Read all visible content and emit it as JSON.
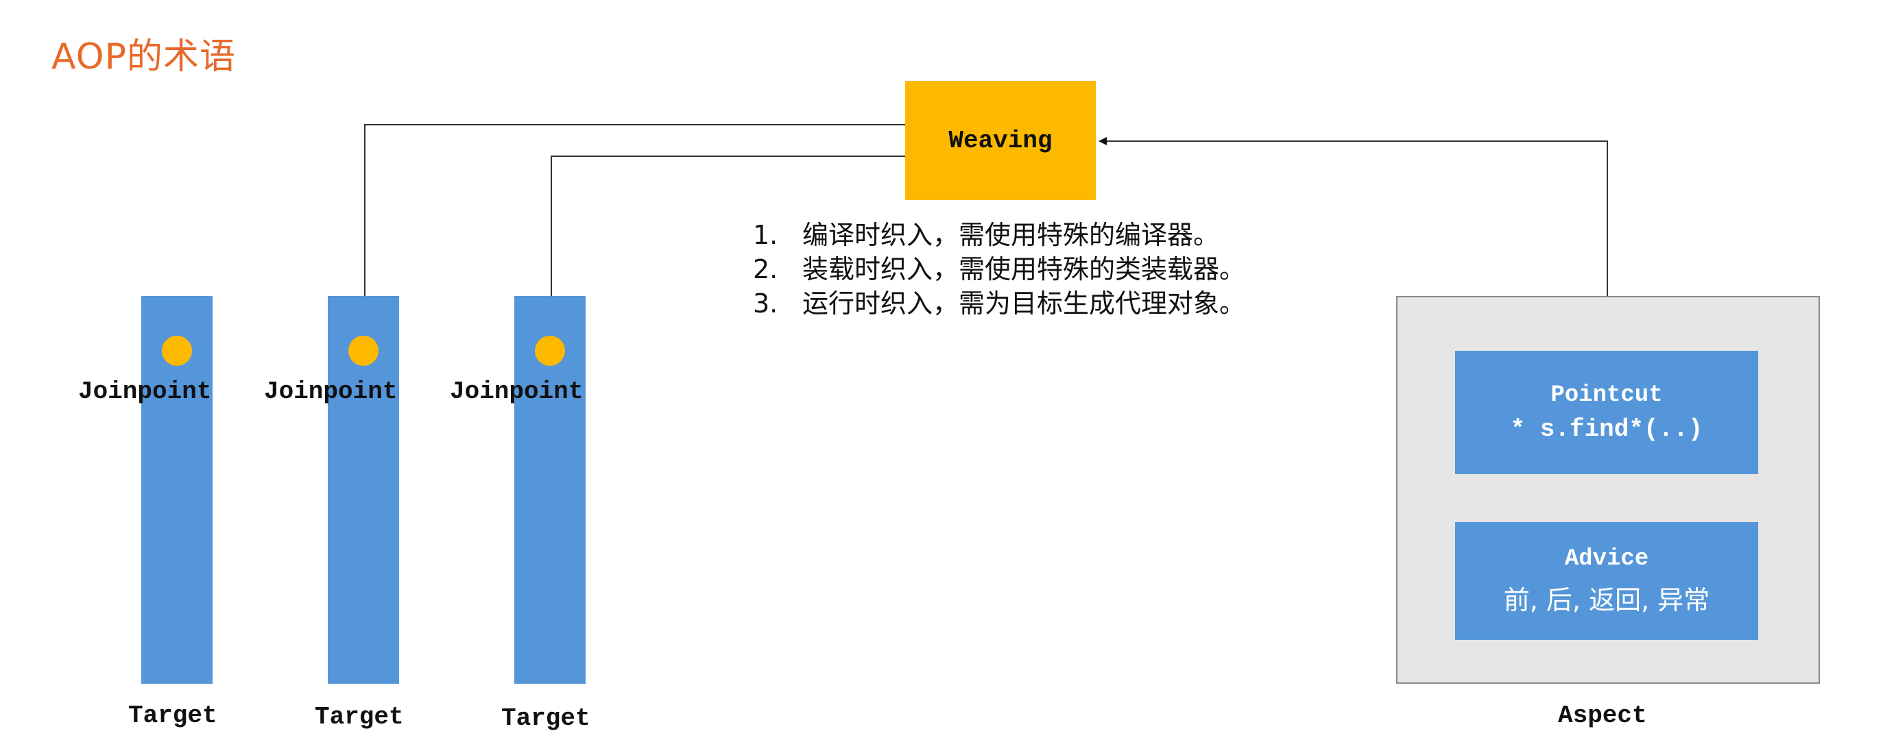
{
  "title": "AOP的术语",
  "weaving": {
    "label": "Weaving"
  },
  "steps": [
    {
      "num": "1.",
      "text": "编译时织入，需使用特殊的编译器。"
    },
    {
      "num": "2.",
      "text": "装载时织入，需使用特殊的类装载器。"
    },
    {
      "num": "3.",
      "text": "运行时织入，需为目标生成代理对象。"
    }
  ],
  "targets": [
    {
      "joinpoint": "Joinpoint",
      "label": "Target"
    },
    {
      "joinpoint": "Joinpoint",
      "label": "Target"
    },
    {
      "joinpoint": "Joinpoint",
      "label": "Target"
    }
  ],
  "aspect": {
    "label": "Aspect",
    "pointcut": {
      "title": "Pointcut",
      "expr": "* s.find*(..)"
    },
    "advice": {
      "title": "Advice",
      "types": "前, 后, 返回, 异常"
    }
  },
  "colors": {
    "title": "#e8692a",
    "weaving": "#fdb900",
    "pillar": "#5595d9",
    "aspect_bg": "#e6e6e6"
  }
}
